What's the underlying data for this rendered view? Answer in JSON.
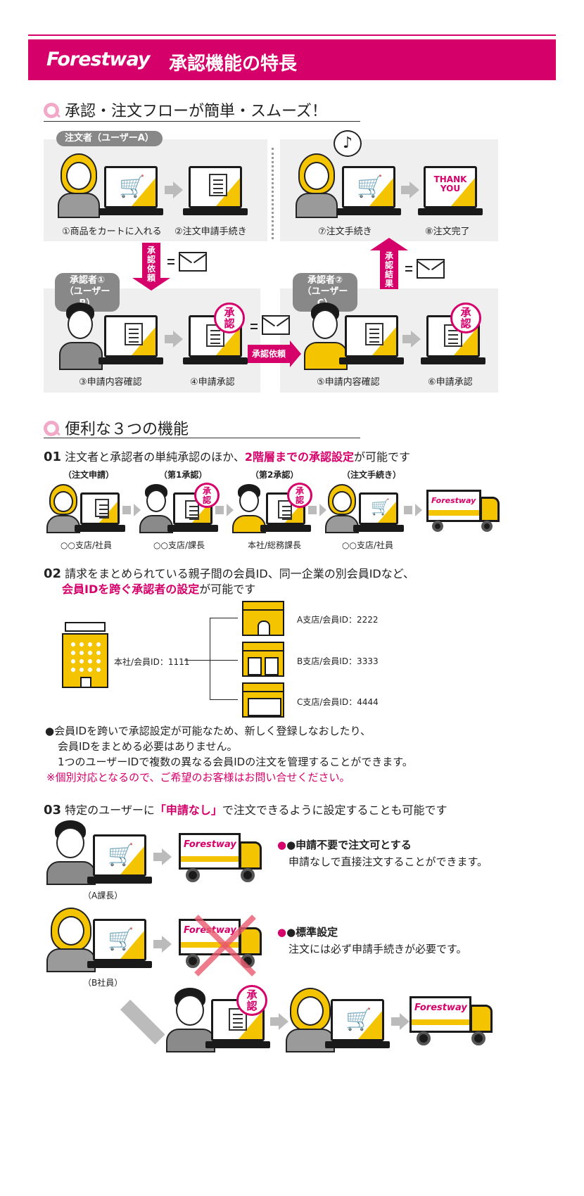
{
  "header": {
    "brand": "Forestway",
    "title": "承認機能の特長"
  },
  "section1": {
    "title": "承認・注文フローが簡単・スムーズ！",
    "tags": {
      "user_a": "注文者（ユーザーA）",
      "approver1_line1": "承認者①",
      "approver1_line2": "（ユーザーB）",
      "approver2_line1": "承認者②",
      "approver2_line2": "（ユーザーC）"
    },
    "steps": [
      "①商品をカートに入れる",
      "②注文申請手続き",
      "③申請内容確認",
      "④申請承認",
      "⑤申請内容確認",
      "⑥申請承認",
      "⑦注文手続き",
      "⑧注文完了"
    ],
    "arrow_down": "承認依頼",
    "arrow_right": "承認依頼",
    "arrow_up": "承認結果",
    "thankyou_line1": "THANK",
    "thankyou_line2": "YOU",
    "stamp_line1": "承",
    "stamp_line2": "認",
    "music_note": "♪"
  },
  "section2": {
    "title": "便利な３つの機能",
    "f01": {
      "num": "01",
      "text_before": "注文者と承認者の単純承認のほか、",
      "text_highlight": "2階層までの承認設定",
      "text_after": "が可能です",
      "labels": [
        "（注文申請）",
        "（第1承認）",
        "（第2承認）",
        "（注文手続き）"
      ],
      "captions": [
        "○○支店/社員",
        "○○支店/課長",
        "本社/総務課長",
        "○○支店/社員"
      ]
    },
    "f02": {
      "num": "02",
      "line1": "請求をまとめられている親子間の会員ID、同一企業の別会員IDなど、",
      "line2_highlight": "会員IDを跨ぐ承認者の設定",
      "line2_after": "が可能です",
      "hq": "本社/会員ID：1111",
      "branches": [
        "A支店/会員ID：2222",
        "B支店/会員ID：3333",
        "C支店/会員ID：4444"
      ],
      "note1": "●会員IDを跨いで承認設定が可能なため、新しく登録しなおしたり、",
      "note2": "会員IDをまとめる必要はありません。",
      "note3": "1つのユーザーIDで複数の異なる会員IDの注文を管理することができます。",
      "note_red": "※個別対応となるので、ご希望のお客様はお問い合せください。"
    },
    "f03": {
      "num": "03",
      "text_before": "特定のユーザーに",
      "text_highlight": "「申請なし」",
      "text_after": "で注文できるように設定することも可能です",
      "a_label": "（A課長）",
      "b_label": "（B社員）",
      "opt1_title": "●申請不要で注文可とする",
      "opt1_desc": "申請なしで直接注文することができます。",
      "opt2_title": "●標準設定",
      "opt2_desc": "注文には必ず申請手続きが必要です。"
    }
  },
  "truck_logo": "Forestway",
  "colors": {
    "accent": "#d6006b",
    "yellow": "#f5c400",
    "panel": "#efefef"
  }
}
